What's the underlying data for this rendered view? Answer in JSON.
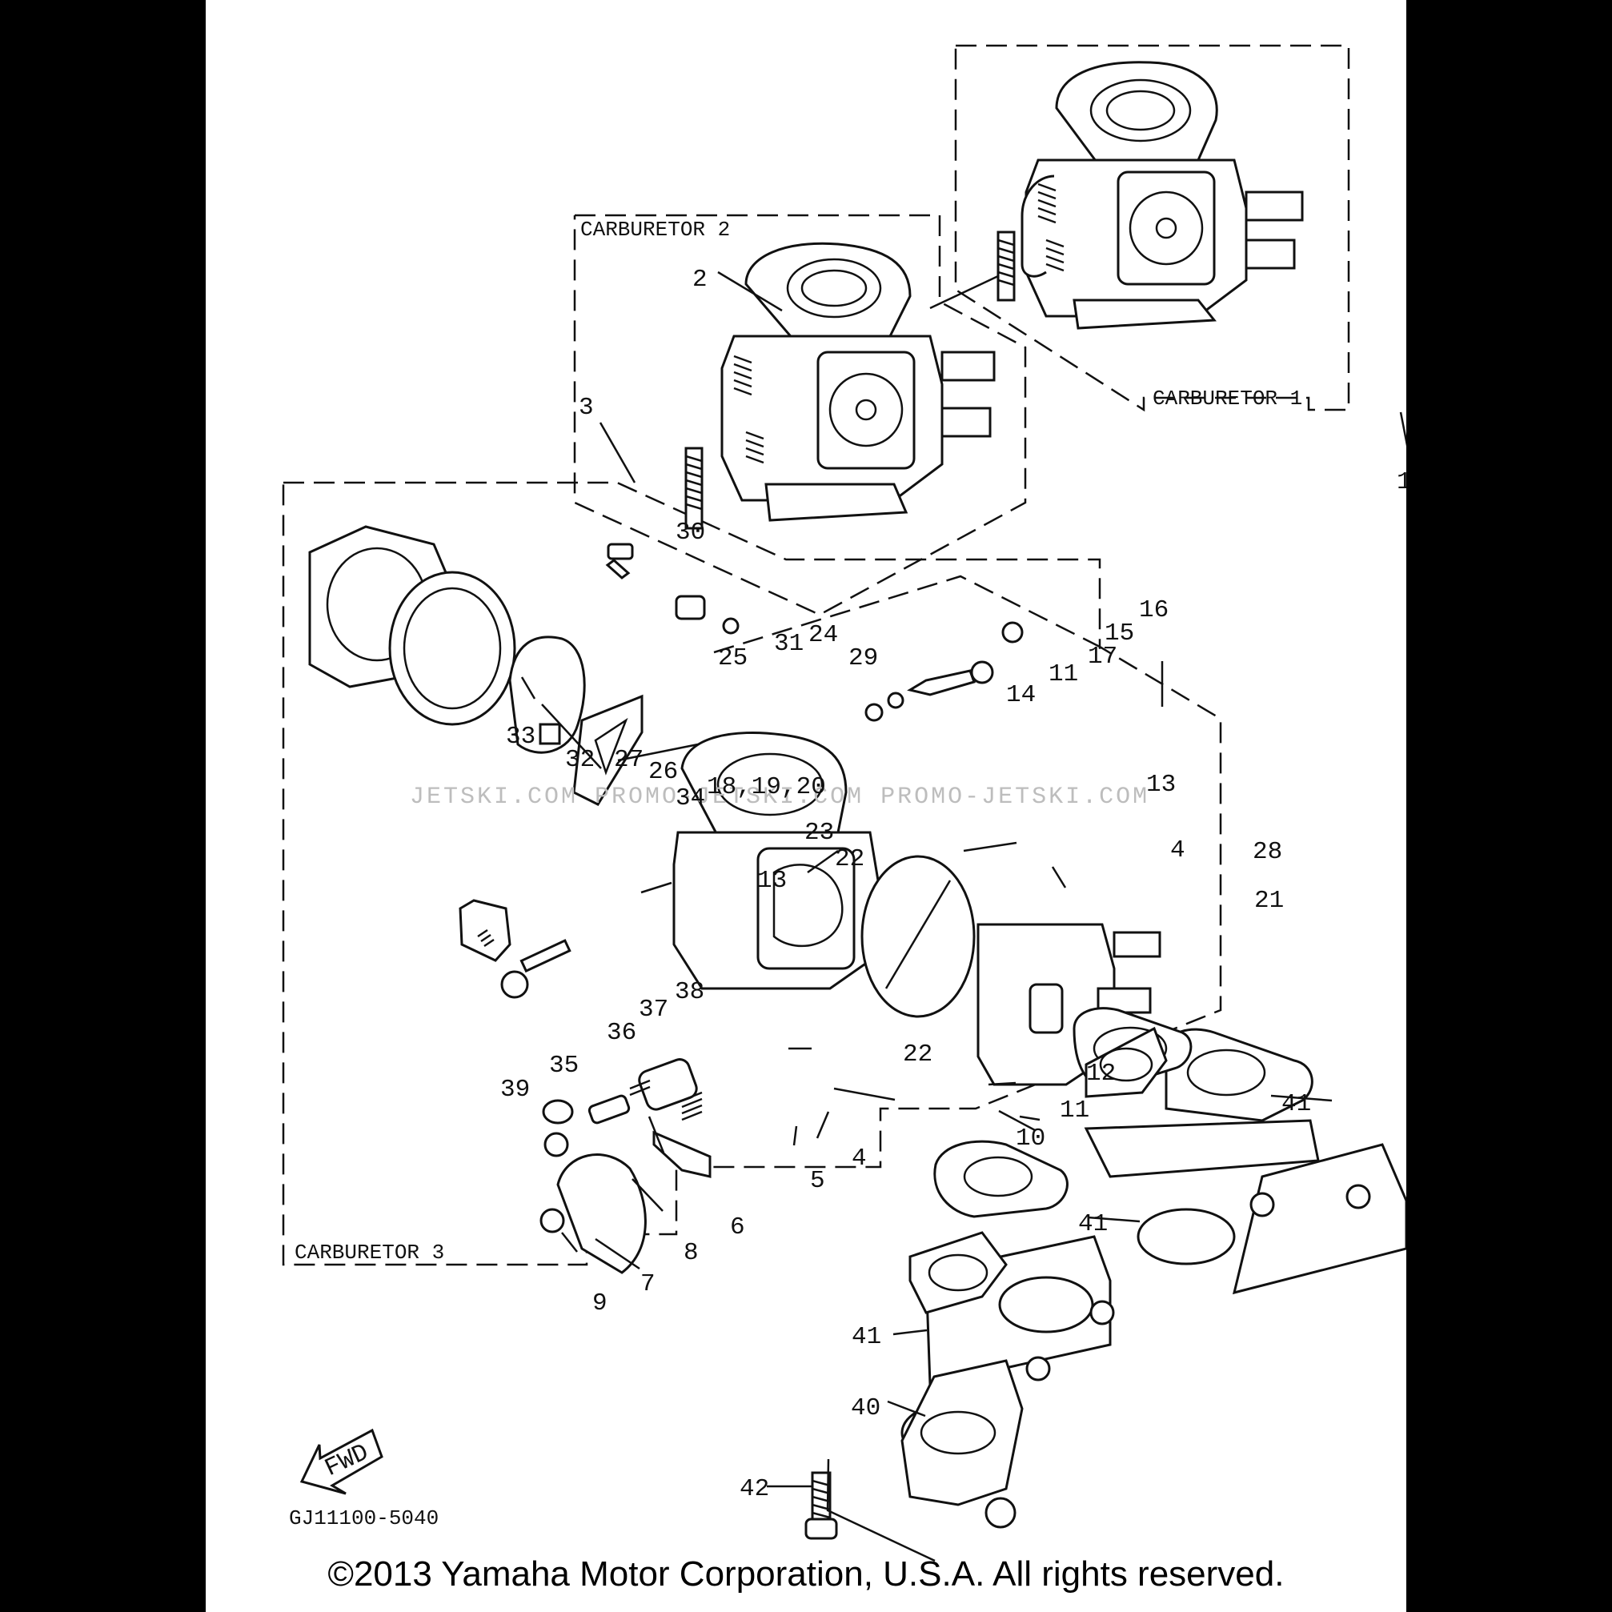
{
  "group_labels": {
    "carb1": "CARBURETOR 1",
    "carb2": "CARBURETOR 2",
    "carb3": "CARBURETOR 3"
  },
  "callouts": {
    "c1": "1",
    "c2": "2",
    "c3": "3",
    "c4a": "4",
    "c4b": "4",
    "c5": "5",
    "c6": "6",
    "c7": "7",
    "c8": "8",
    "c9": "9",
    "c10": "10",
    "c11a": "11",
    "c11b": "11",
    "c12": "12",
    "c13a": "13",
    "c13b": "13",
    "c14": "14",
    "c15": "15",
    "c16": "16",
    "c17": "17",
    "c18": "18,19,20",
    "c21": "21",
    "c22a": "22",
    "c22b": "22",
    "c23": "23",
    "c24": "24",
    "c25": "25",
    "c26": "26",
    "c27": "27",
    "c28": "28",
    "c29": "29",
    "c30": "30",
    "c31": "31",
    "c32": "32",
    "c33": "33",
    "c34": "34",
    "c35": "35",
    "c36": "36",
    "c37": "37",
    "c38": "38",
    "c39": "39",
    "c40": "40",
    "c41a": "41",
    "c41b": "41",
    "c41c": "41",
    "c42": "42"
  },
  "fwd_arrow_label": "FWD",
  "drawing_number": "GJ11100-5040",
  "watermark": "JETSKI.COM  PROMO-JETSKI.COM  PROMO-JETSKI.COM",
  "copyright": "©2013 Yamaha Motor Corporation, U.S.A. All rights reserved."
}
